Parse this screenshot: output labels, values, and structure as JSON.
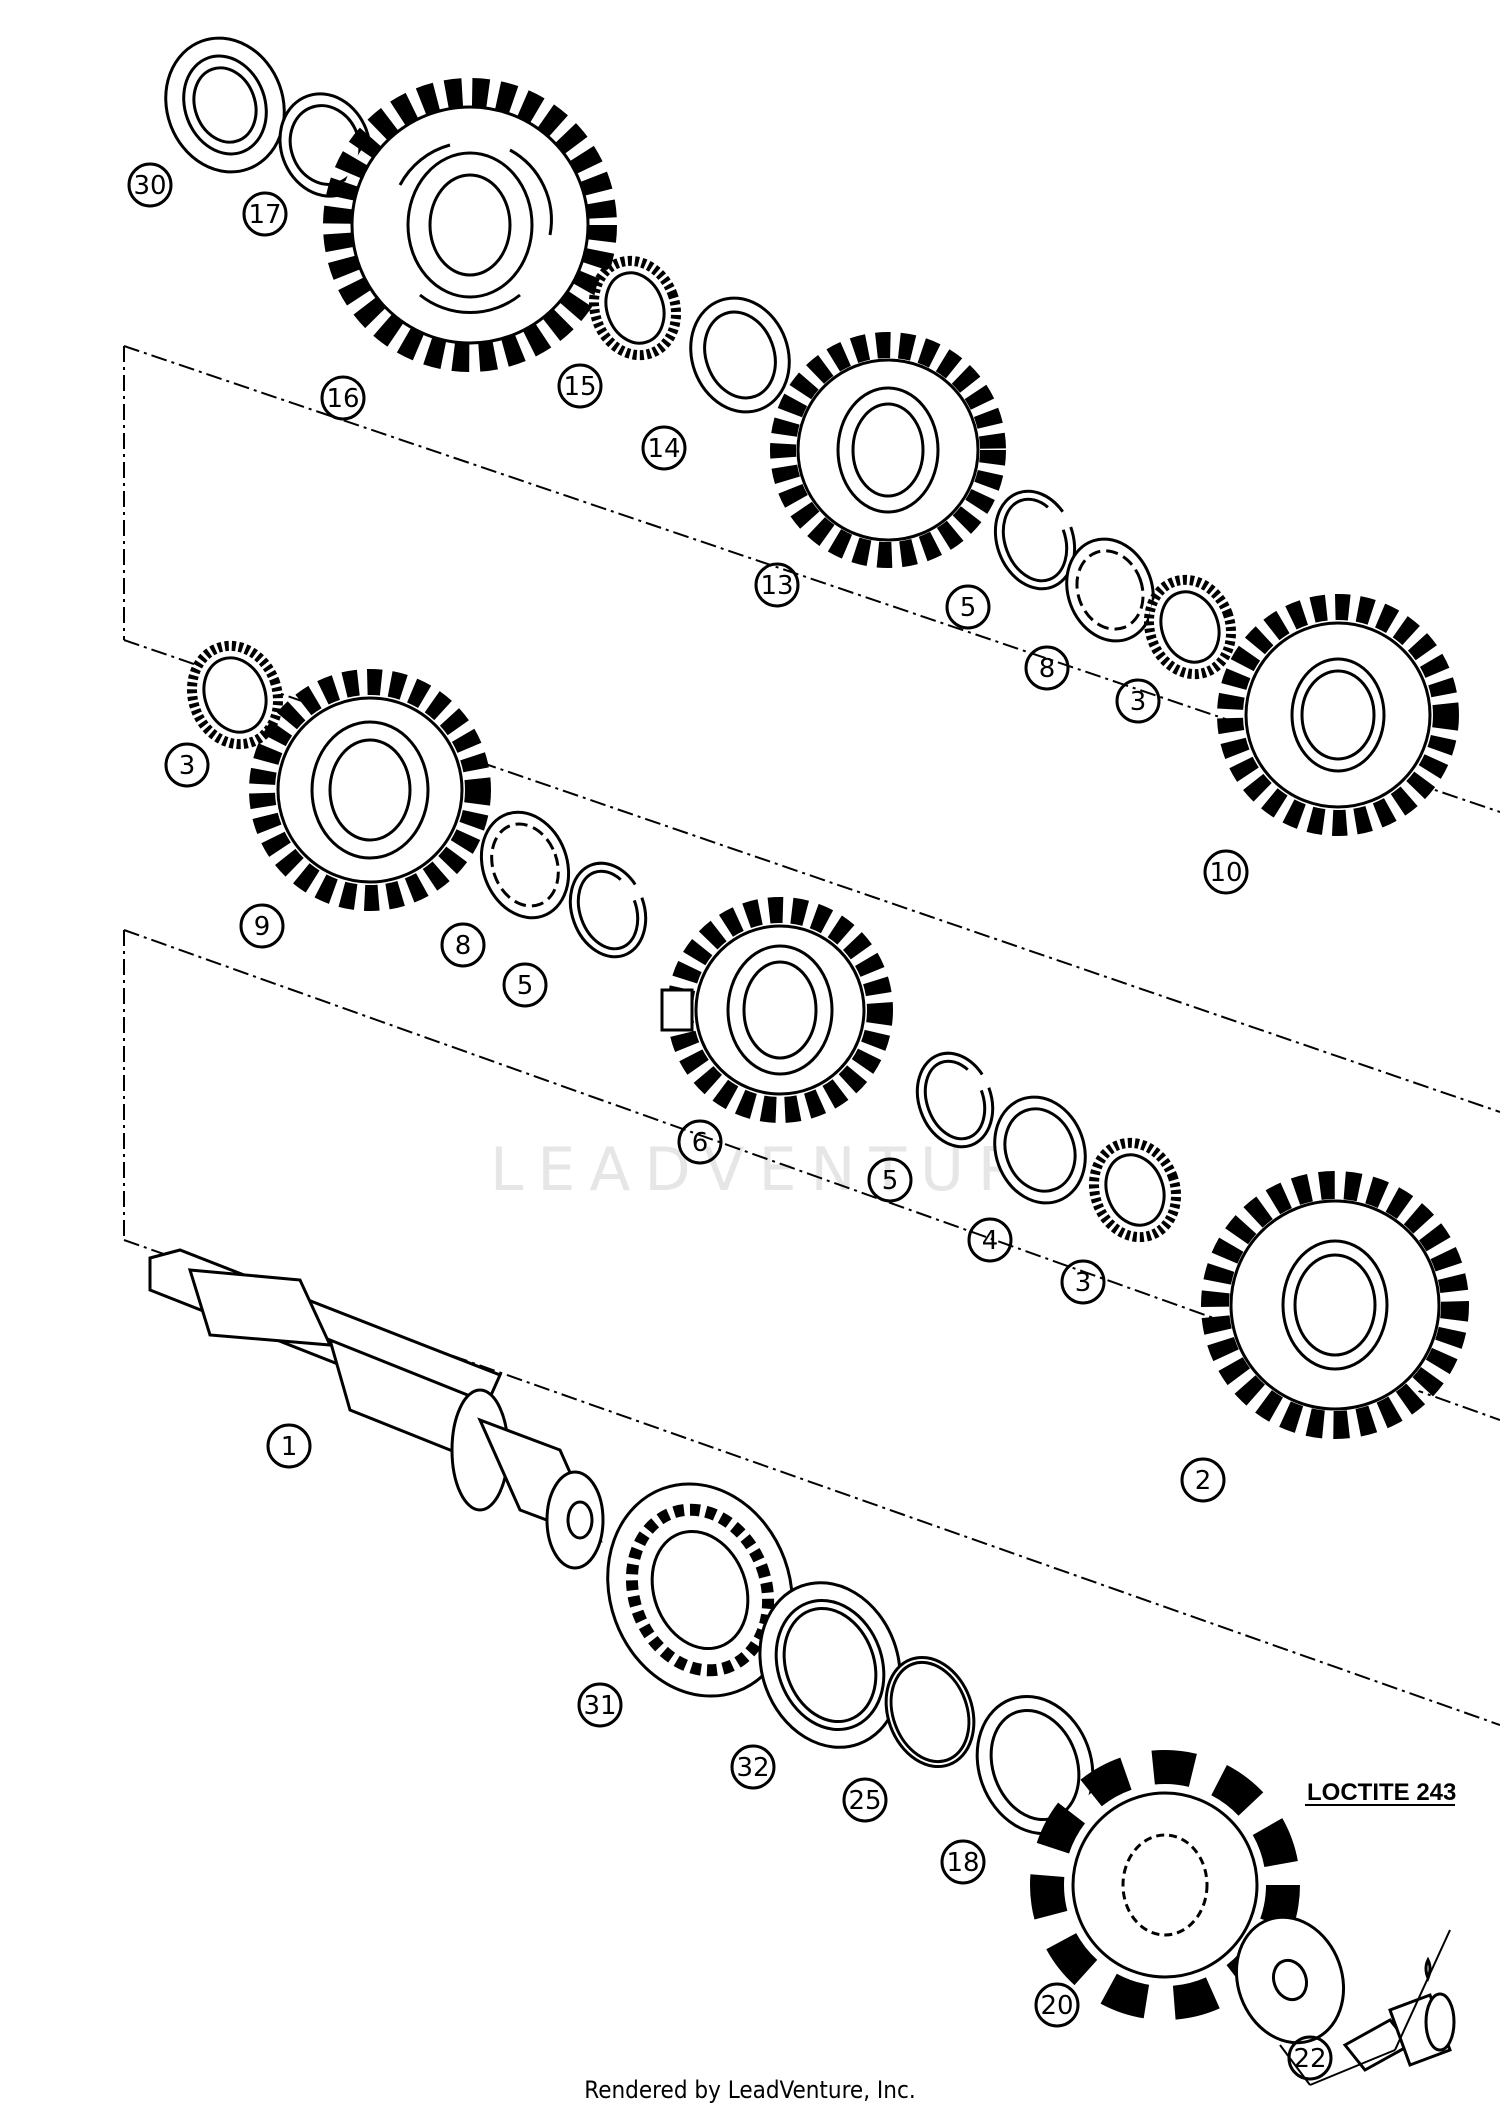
{
  "diagram": {
    "watermark": "LEADVENTURE",
    "credit": "Rendered by LeadVenture, Inc.",
    "note": "LOCTITE 243",
    "callouts": [
      {
        "id": "c30",
        "label": "30"
      },
      {
        "id": "c17",
        "label": "17"
      },
      {
        "id": "c16",
        "label": "16"
      },
      {
        "id": "c15",
        "label": "15"
      },
      {
        "id": "c14",
        "label": "14"
      },
      {
        "id": "c13",
        "label": "13"
      },
      {
        "id": "c5a",
        "label": "5"
      },
      {
        "id": "c8a",
        "label": "8"
      },
      {
        "id": "c3a",
        "label": "3"
      },
      {
        "id": "c10",
        "label": "10"
      },
      {
        "id": "c3b",
        "label": "3"
      },
      {
        "id": "c9",
        "label": "9"
      },
      {
        "id": "c8b",
        "label": "8"
      },
      {
        "id": "c5b",
        "label": "5"
      },
      {
        "id": "c6",
        "label": "6"
      },
      {
        "id": "c5c",
        "label": "5"
      },
      {
        "id": "c4",
        "label": "4"
      },
      {
        "id": "c3c",
        "label": "3"
      },
      {
        "id": "c2",
        "label": "2"
      },
      {
        "id": "c1",
        "label": "1"
      },
      {
        "id": "c31",
        "label": "31"
      },
      {
        "id": "c32",
        "label": "32"
      },
      {
        "id": "c25",
        "label": "25"
      },
      {
        "id": "c18",
        "label": "18"
      },
      {
        "id": "c20",
        "label": "20"
      },
      {
        "id": "c22",
        "label": "22"
      }
    ]
  }
}
